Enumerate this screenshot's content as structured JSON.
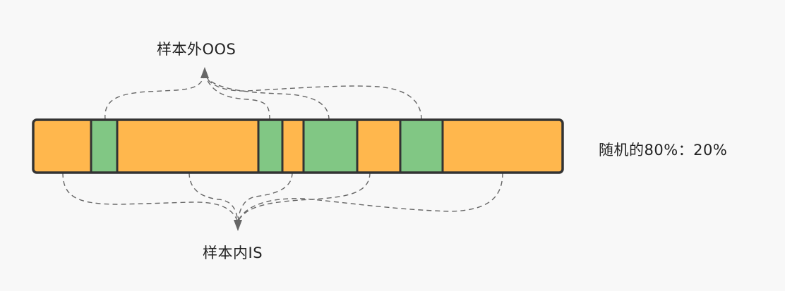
{
  "labels": {
    "out_of_sample": "样本外OOS",
    "in_sample": "样本内IS",
    "split_ratio": "随机的80%：20%"
  },
  "segments": [
    {
      "set": "in_sample",
      "color": "#FFB74D"
    },
    {
      "set": "out_of_sample",
      "color": "#81C784"
    },
    {
      "set": "in_sample",
      "color": "#FFB74D"
    },
    {
      "set": "out_of_sample",
      "color": "#81C784"
    },
    {
      "set": "in_sample",
      "color": "#FFB74D"
    },
    {
      "set": "out_of_sample",
      "color": "#81C784"
    },
    {
      "set": "in_sample",
      "color": "#FFB74D"
    },
    {
      "set": "out_of_sample",
      "color": "#81C784"
    },
    {
      "set": "in_sample",
      "color": "#FFB74D"
    }
  ],
  "colors": {
    "border": "#333333",
    "connector": "#666666",
    "arrow": "#666666",
    "text": "#222222"
  }
}
